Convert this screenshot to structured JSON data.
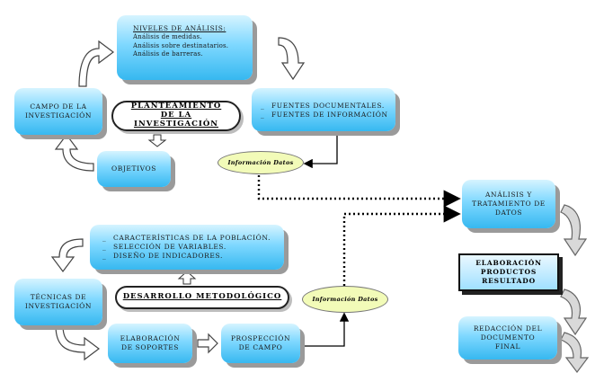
{
  "niveles": {
    "title": "NIVELES DE ANÁLISIS:",
    "items": [
      "Análisis de medidas.",
      "Análisis sobre destinatarios.",
      "Análisis de barreras."
    ]
  },
  "campo": "CAMPO DE LA INVESTIGACIÓN",
  "planteamiento": "PLANTEAMIENTO DE LA INVESTIGACIÓN",
  "objetivos": "OBJETIVOS",
  "fuentes": {
    "items": [
      "FUENTES DOCUMENTALES.",
      "FUENTES DE INFORMACIÓN"
    ],
    "bullet": "_"
  },
  "informacion_1": "Información Datos",
  "informacion_2": "Información Datos",
  "analisis": "ANÁLISIS Y TRATAMIENTO DE DATOS",
  "elaboracion_productos": "ELABORACIÓN PRODUCTOS RESULTADO",
  "redaccion": "REDACCIÓN DEL DOCUMENTO FINAL",
  "caracteristicas": {
    "items": [
      "CARACTERÍSTICAS DE LA POBLACIÓN.",
      "SELECCIÓN DE VARIABLES.",
      "DISEÑO DE INDICADORES."
    ],
    "bullet": "_"
  },
  "desarrollo": "DESARROLLO METODOLÓGICO",
  "tecnicas": "TÉCNICAS DE INVESTIGACIÓN",
  "elaboracion_soportes": "ELABORACIÓN DE SOPORTES",
  "prospeccion": "PROSPECCIÓN DE CAMPO",
  "colors": {
    "box_top": "#d6f4ff",
    "box_bottom": "#36b8f0",
    "pill": "#f2fbb8"
  }
}
